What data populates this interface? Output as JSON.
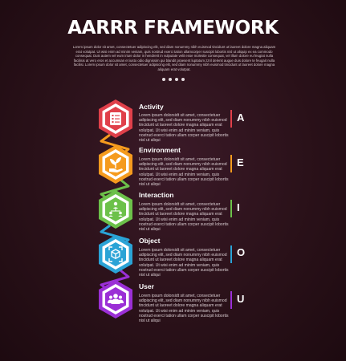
{
  "header": {
    "title": "AARRR FRAMEWORK",
    "subtitle": "Lorem ipsum dolor sit amet, consectetuer adipiscing elit, sed diam nonummy nibh euismod tincidunt ut laoreet dolore magna aliquam erat volutpat. Ut wisi enim ad minim veniam, quis nostrud exerci tation ullamcorper suscipit lobortis nisl ut aliquip ex ea commodo consequat. Duis autem vel eum iriure dolor in hendrerit in vulputate velit esse molestie consequat, vel illum dolore eu feugiat nulla facilisis at vero eros et accumsan et iusto odio dignissim qui blandit praesent luptatum zzril delenit augue duis dolore te feugait nulla facilisi. Lorem ipsum dolor sit amet, consectetuer adipiscing elit, sed diam nonummy nibh euismod tincidunt ut laoreet dolore magna aliquam erat volutpat."
  },
  "items": [
    {
      "title": "Activity",
      "desc": "Lorem ipsum dolorsidt sit amet, consectetuer adipiscing elit, sed diam nonummy nibh euismod tincidunt ut laoreet dolore magna aliquam erat volutpat. Ut wisi enim ad minim veniam, quis nostrud exerci tation ullam corper suscipit lobortis nisl ut aliqui",
      "letter": "A",
      "color": "#e0404a",
      "icon": "clipboard-list-icon"
    },
    {
      "title": "Environment",
      "desc": "Lorem ipsum dolorsidt sit amet, consectetuer adipiscing elit, sed diam nonummy nibh euismod tincidunt ut laoreet dolore magna aliquam erat volutpat. Ut wisi enim ad minim veniam, quis nostrud exerci tation ullam corper suscipit lobortis nisl ut aliqui",
      "letter": "E",
      "color": "#f59b1e",
      "icon": "plant-hand-icon"
    },
    {
      "title": "Interaction",
      "desc": "Lorem ipsum dolorsidt sit amet, consectetuer adipiscing elit, sed diam nonummy nibh euismod tincidunt ut laoreet dolore magna aliquam erat volutpat. Ut wisi enim ad minim veniam, quis nostrud exerci tation ullam corper suscipit lobortis nisl ut aliqui",
      "letter": "I",
      "color": "#6cc14a",
      "icon": "network-people-icon"
    },
    {
      "title": "Object",
      "desc": "Lorem ipsum dolorsidt sit amet, consectetuer adipiscing elit, sed diam nonummy nibh euismod tincidunt ut laoreet dolore magna aliquam erat volutpat. Ut wisi enim ad minim veniam, quis nostrud exerci tation ullam corper suscipit lobortis nisl ut aliqui",
      "letter": "O",
      "color": "#2aa3d6",
      "icon": "cube-focus-icon"
    },
    {
      "title": "User",
      "desc": "Lorem ipsum dolorsidt sit amet, consectetuer adipiscing elit, sed diam nonummy nibh euismod tincidunt ut laoreet dolore magna aliquam erat volutpat. Ut wisi enim ad minim veniam, quis nostrud exerci tation ullam corper suscipit lobortis nisl ut aliqui",
      "letter": "U",
      "color": "#9b2fd6",
      "icon": "user-group-icon"
    }
  ]
}
